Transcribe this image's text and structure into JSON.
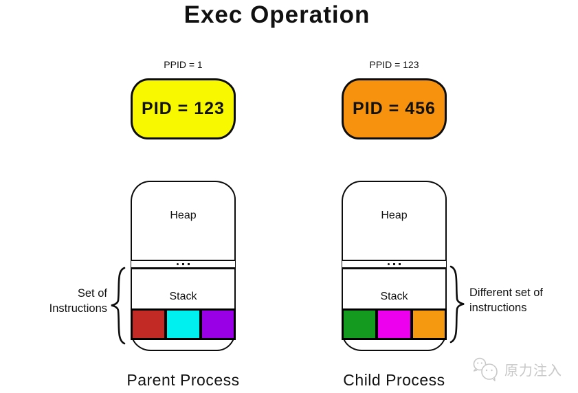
{
  "title": "Exec Operation",
  "colors": {
    "outline": "#0c0c0c",
    "parent_pid_box": "#F8F800",
    "child_pid_box": "#F6920D",
    "watermark": "#c8c8c8"
  },
  "parent": {
    "ppid_label": "PPID = 1",
    "pid_label": "PID = 123",
    "heap_label": "Heap",
    "stack_label": "Stack",
    "caption": "Parent Process",
    "stack_blocks": [
      "#C22A26",
      "#00EFEF",
      "#9900E6"
    ]
  },
  "child": {
    "ppid_label": "PPID = 123",
    "pid_label": "PID = 456",
    "heap_label": "Heap",
    "stack_label": "Stack",
    "caption": "Child Process",
    "stack_blocks": [
      "#149A1E",
      "#ED00ED",
      "#F59A10"
    ]
  },
  "annotations": {
    "left": {
      "line1": "Set of",
      "line2": "Instructions"
    },
    "right": {
      "line1": "Different set of",
      "line2": "instructions"
    }
  },
  "icons": {
    "divider": "ellipsis-icon",
    "left_brace": "left-brace-icon",
    "right_brace": "right-brace-icon",
    "watermark": "chat-faces-icon"
  },
  "watermark": {
    "text": "原力注入"
  }
}
